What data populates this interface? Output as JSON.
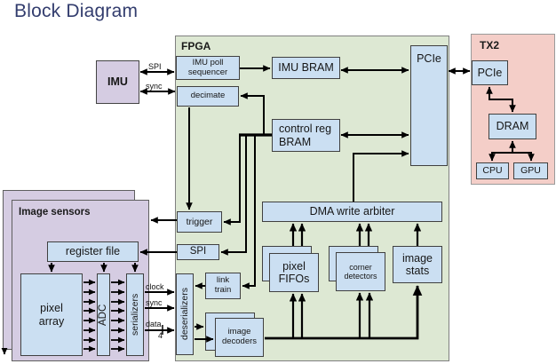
{
  "slide": {
    "title": "Block Diagram"
  },
  "regions": {
    "fpga": {
      "label": "FPGA"
    },
    "tx2": {
      "label": "TX2"
    },
    "image_sensors": {
      "label": "Image sensors"
    }
  },
  "blocks": {
    "imu": "IMU",
    "imu_poll_sequencer": "IMU poll sequencer",
    "decimate": "decimate",
    "imu_bram": "IMU BRAM",
    "control_reg_bram": "control reg BRAM",
    "pcie_fpga": "PCIe",
    "trigger": "trigger",
    "spi": "SPI",
    "link_train": "link train",
    "deserializers": "deserializers",
    "image_decoders": "image decoders",
    "pixel_fifos": "pixel FIFOs",
    "corner_detectors": "corner detectors",
    "image_stats": "image stats",
    "dma_write_arbiter": "DMA write arbiter",
    "register_file": "register file",
    "pixel_array": "pixel array",
    "adc": "ADC",
    "serializers": "serializers",
    "pcie_tx2": "PCIe",
    "dram": "DRAM",
    "cpu": "CPU",
    "gpu": "GPU"
  },
  "wire_labels": {
    "spi": "SPI",
    "sync_imu": "sync",
    "clock": "clock",
    "sync_sensor": "sync",
    "data": "data",
    "data_width": "4"
  },
  "colors": {
    "fpga_fill": "#dde8d3",
    "tx2_fill": "#f4cec8",
    "sensor_fill": "#d5cce2",
    "block_fill": "#cbdff2",
    "title_text": "#333d6e",
    "wire": "#000000"
  }
}
